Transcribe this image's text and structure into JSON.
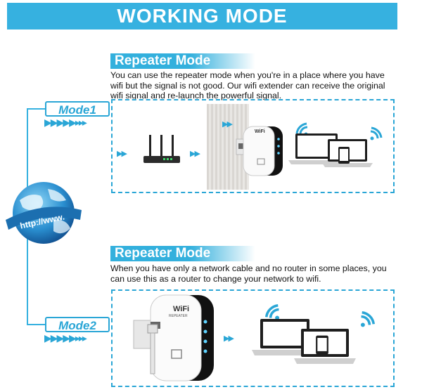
{
  "banner": {
    "title": "WORKING MODE"
  },
  "section1": {
    "title": "Repeater Mode",
    "desc_lines": [
      "You can use the repeater mode when you're in a place where you have",
      "wifi but the signal is not good. Our wifi extender can receive the original",
      "wifi signal and re-launch the powerful signal."
    ],
    "mode_label": "Mode1"
  },
  "section2": {
    "title": "Repeater Mode",
    "desc_lines": [
      "When you have only a network cable and no router in some places, you",
      "can use this as a router to change your network to wifi."
    ],
    "mode_label": "Mode2"
  },
  "globe": {
    "text": "http://www."
  },
  "device": {
    "brand": "WiFi",
    "model": "REPEATER"
  },
  "colors": {
    "accent": "#36b1e0",
    "dark_accent": "#1c6fb0"
  },
  "icons": [
    "router-icon",
    "globe-icon",
    "repeater-icon",
    "wifi-icon",
    "laptop-icon",
    "phone-icon",
    "ethernet-cable-icon"
  ]
}
